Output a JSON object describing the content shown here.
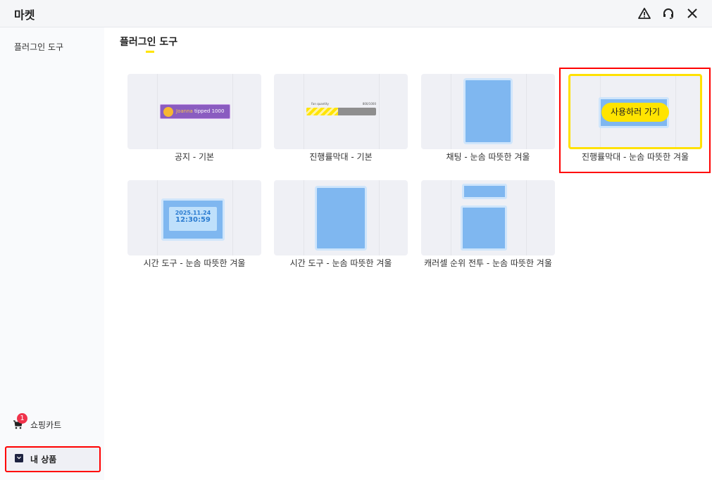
{
  "header": {
    "title": "마켓",
    "icons": [
      "warning-icon",
      "headset-icon",
      "close-icon"
    ]
  },
  "sidebar": {
    "items": [
      {
        "label": "플러그인 도구"
      }
    ],
    "cart": {
      "label": "쇼핑카트",
      "count": "1"
    },
    "my_products": {
      "label": "내 상품"
    }
  },
  "main": {
    "title": "플러그인 도구",
    "cards": [
      {
        "label": "공지 - 기본",
        "preview_name": "Joanna",
        "preview_text": "tipped 1000"
      },
      {
        "label": "진행률막대 - 기본",
        "preview_name": "Fan quantity",
        "preview_value": "800/1000",
        "progress": 0.45
      },
      {
        "label": "채팅 - 눈솜 따뜻한 겨울"
      },
      {
        "label": "진행률막대 - 눈솜 따뜻한 겨울",
        "action": "사용하러 가기"
      },
      {
        "label": "시간 도구 - 눈솜 따뜻한 겨울",
        "date": "2025.11.24",
        "time": "12:30:59"
      },
      {
        "label": "시간 도구 - 눈솜 따뜻한 겨울"
      },
      {
        "label": "캐러셀 순위 전투 - 눈솜 따뜻한 겨울"
      }
    ]
  }
}
